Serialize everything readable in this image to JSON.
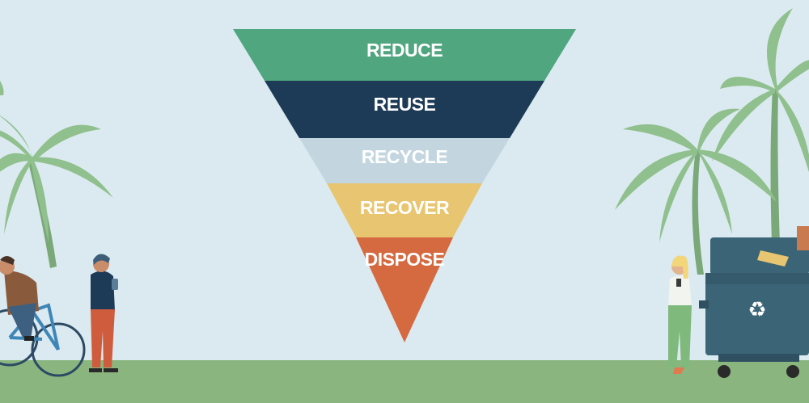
{
  "hierarchy": {
    "tiers": [
      {
        "label": "REDUCE",
        "color": "#4fa67f"
      },
      {
        "label": "REUSE",
        "color": "#1d3a56"
      },
      {
        "label": "RECYCLE",
        "color": "#c3d6df"
      },
      {
        "label": "RECOVER",
        "color": "#e8c570"
      },
      {
        "label": "DISPOSE",
        "color": "#d5693f"
      }
    ]
  },
  "scene": {
    "sky_color": "#dbeaf0",
    "ground_color": "#8ab57f",
    "palm_color": "#8fc08d",
    "bin_color": "#3b6577",
    "bin_icon": "recycle-icon",
    "figures": [
      "cyclist",
      "pedestrian-with-phone",
      "pedestrian-at-bin"
    ]
  }
}
